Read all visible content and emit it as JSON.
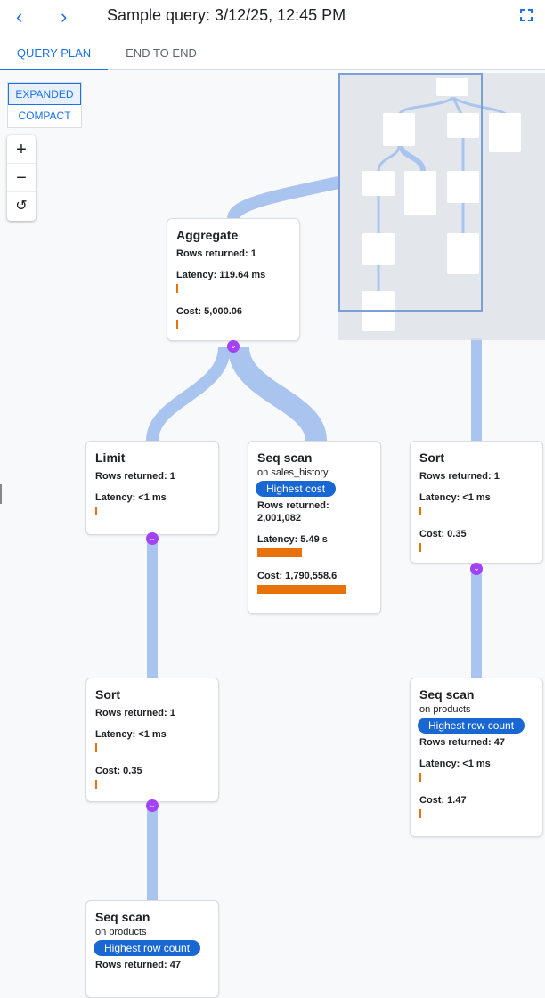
{
  "header": {
    "title": "Sample query: 3/12/25, 12:45 PM",
    "back_icon": "chevron-left-icon",
    "forward_icon": "chevron-right-icon",
    "fullscreen_icon": "fullscreen-icon"
  },
  "tabs": [
    {
      "label": "QUERY PLAN",
      "active": true
    },
    {
      "label": "END TO END",
      "active": false
    }
  ],
  "view_modes": [
    {
      "label": "EXPANDED",
      "selected": true
    },
    {
      "label": "COMPACT",
      "selected": false
    }
  ],
  "zoom_controls": {
    "zoom_in": "+",
    "zoom_out": "−",
    "reset": "↺"
  },
  "colors": {
    "accent": "#1a73e8",
    "connector": "#aac4f0",
    "bar": "#e8710a",
    "badge": "#1967d2",
    "expand": "#a142f4"
  },
  "nodes": {
    "aggregate": {
      "title": "Aggregate",
      "rows": "Rows returned: 1",
      "latency": "Latency: 119.64 ms",
      "cost": "Cost: 5,000.06"
    },
    "limit": {
      "title": "Limit",
      "rows": "Rows returned: 1",
      "latency": "Latency: <1 ms"
    },
    "seq_sales": {
      "title": "Seq scan",
      "on": "on",
      "table": "sales_history",
      "badge": "Highest cost",
      "rows": "Rows returned:",
      "rows_value": "2,001,082",
      "latency": "Latency: 5.49 s",
      "cost": "Cost: 1,790,558.6"
    },
    "sort_right": {
      "title": "Sort",
      "rows": "Rows returned: 1",
      "latency": "Latency: <1 ms",
      "cost": "Cost: 0.35"
    },
    "sort_left": {
      "title": "Sort",
      "rows": "Rows returned: 1",
      "latency": "Latency: <1 ms",
      "cost": "Cost: 0.35"
    },
    "seq_products_right": {
      "title": "Seq scan",
      "on": "on",
      "table": "products",
      "badge": "Highest row count",
      "rows": "Rows returned: 47",
      "latency": "Latency: <1 ms",
      "cost": "Cost: 1.47"
    },
    "seq_products_bottom": {
      "title": "Seq scan",
      "on": "on",
      "table": "products",
      "badge": "Highest row count",
      "rows": "Rows returned: 47"
    }
  }
}
